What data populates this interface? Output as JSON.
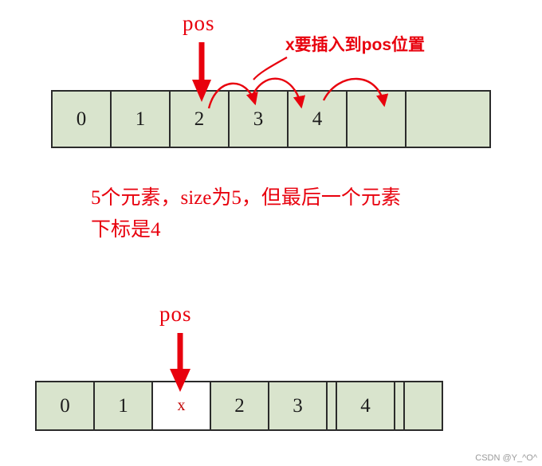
{
  "diagram": {
    "title_note": "x要插入到pos位置",
    "pos_label_top": "pos",
    "pos_label_bottom": "pos",
    "explanation_line1": "5个元素，size为5，但最后一个元素",
    "explanation_line2": "下标是4",
    "watermark": "CSDN @Y_^O^",
    "colors": {
      "array_fill": "#d9e4cd",
      "array_border": "#2b2b2b",
      "annotation_red": "#e8000d",
      "highlight_fill": "#ffffff"
    },
    "top_array": {
      "cells": [
        "0",
        "1",
        "2",
        "3",
        "4",
        "",
        ""
      ]
    },
    "bottom_array": {
      "cells": [
        "0",
        "1",
        "x",
        "2",
        "3",
        "",
        "4",
        "",
        ""
      ]
    }
  }
}
